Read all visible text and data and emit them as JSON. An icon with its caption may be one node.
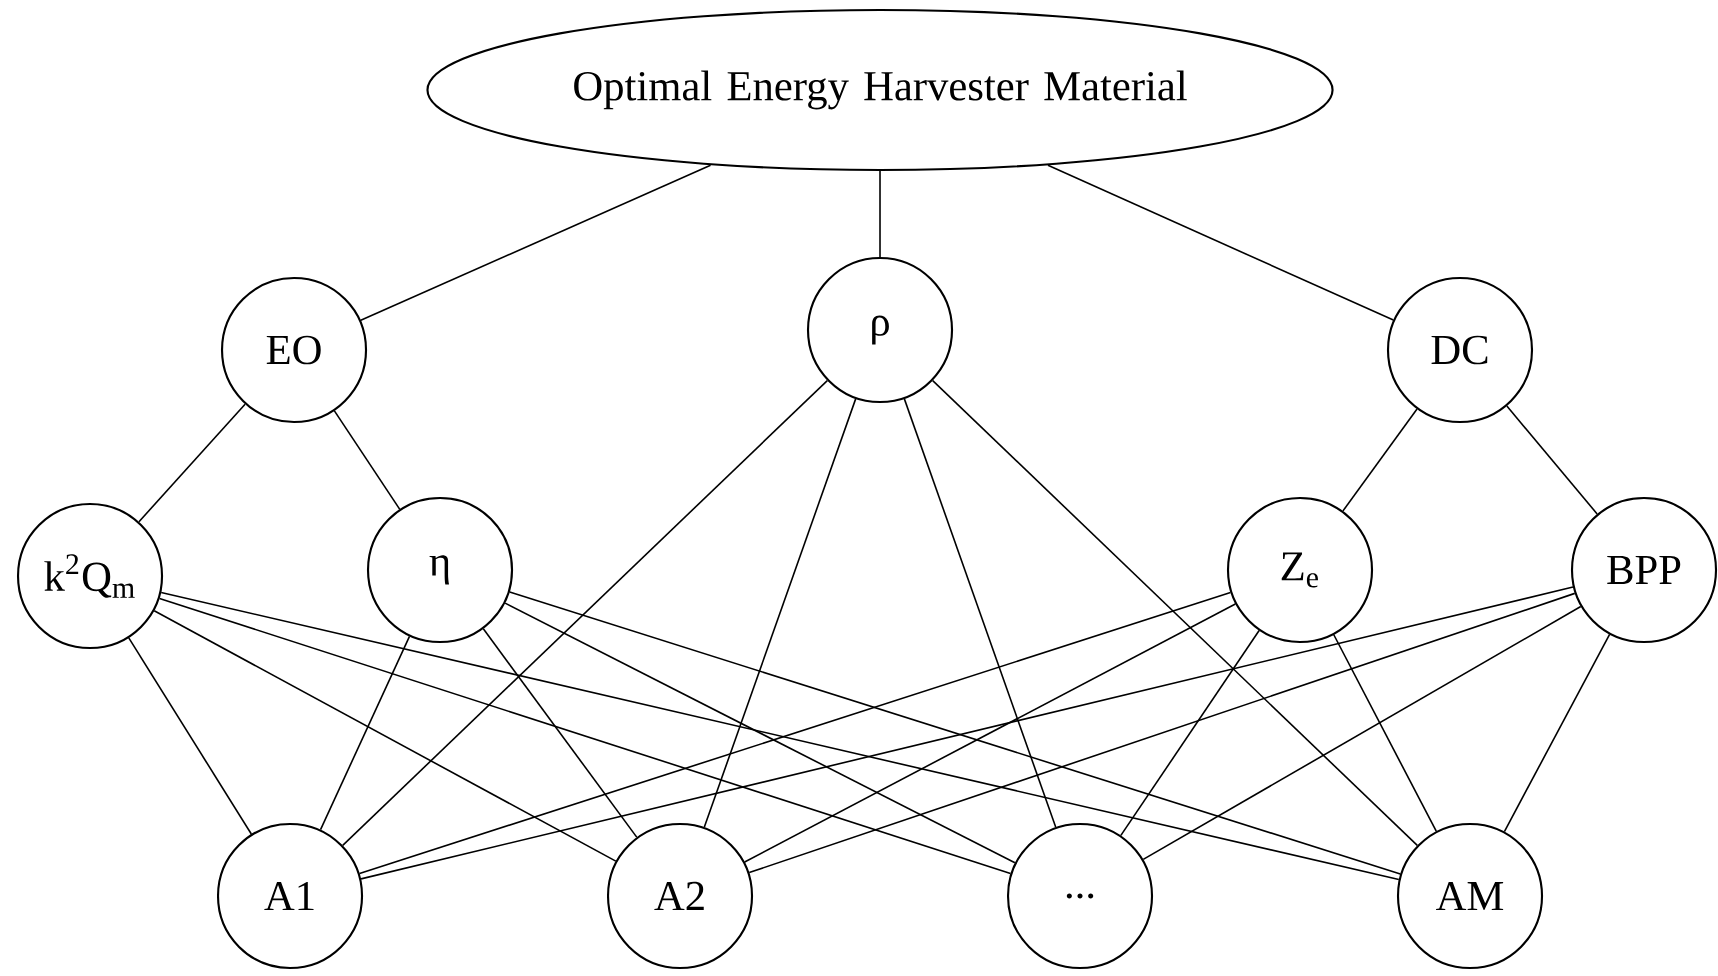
{
  "diagram": {
    "nodes": [
      {
        "text": [
          "Optimal Energy Harvester Material"
        ]
      },
      {
        "text": [
          "EO"
        ]
      },
      {
        "text": [
          "ρ"
        ]
      },
      {
        "text": [
          "DC"
        ]
      },
      {
        "text": [
          "k$^{2}$Q$_{m}$"
        ]
      },
      {
        "text": [
          "η"
        ]
      },
      {
        "text": [
          "Z$_{e}$"
        ]
      },
      {
        "text": [
          "BPP"
        ]
      },
      {
        "text": [
          "A1"
        ]
      },
      {
        "text": [
          "A2"
        ]
      },
      {
        "text": [
          "..."
        ]
      },
      {
        "text": [
          "AM"
        ]
      }
    ],
    "edges": [
      {
        "from": 0,
        "to": 1,
        "arrow": "none"
      },
      {
        "from": 0,
        "to": 2,
        "arrow": "none"
      },
      {
        "from": 0,
        "to": 3,
        "arrow": "none"
      },
      {
        "from": 1,
        "to": 4,
        "arrow": "none"
      },
      {
        "from": 1,
        "to": 5,
        "arrow": "none"
      },
      {
        "from": 3,
        "to": 6,
        "arrow": "none"
      },
      {
        "from": 3,
        "to": 7,
        "arrow": "none"
      },
      {
        "from": 2,
        "to": 8,
        "arrow": "none"
      },
      {
        "from": 2,
        "to": 9,
        "arrow": "none"
      },
      {
        "from": 2,
        "to": 10,
        "arrow": "none"
      },
      {
        "from": 2,
        "to": 11,
        "arrow": "none"
      },
      {
        "from": 4,
        "to": 8,
        "arrow": "none"
      },
      {
        "from": 4,
        "to": 9,
        "arrow": "none"
      },
      {
        "from": 4,
        "to": 10,
        "arrow": "none"
      },
      {
        "from": 4,
        "to": 11,
        "arrow": "none"
      },
      {
        "from": 5,
        "to": 8,
        "arrow": "none"
      },
      {
        "from": 5,
        "to": 9,
        "arrow": "none"
      },
      {
        "from": 5,
        "to": 10,
        "arrow": "none"
      },
      {
        "from": 5,
        "to": 11,
        "arrow": "none"
      },
      {
        "from": 6,
        "to": 8,
        "arrow": "none"
      },
      {
        "from": 6,
        "to": 9,
        "arrow": "none"
      },
      {
        "from": 6,
        "to": 10,
        "arrow": "none"
      },
      {
        "from": 6,
        "to": 11,
        "arrow": "none"
      },
      {
        "from": 7,
        "to": 8,
        "arrow": "none"
      },
      {
        "from": 7,
        "to": 9,
        "arrow": "none"
      },
      {
        "from": 7,
        "to": 10,
        "arrow": "none"
      },
      {
        "from": 7,
        "to": 11,
        "arrow": "none"
      }
    ]
  }
}
